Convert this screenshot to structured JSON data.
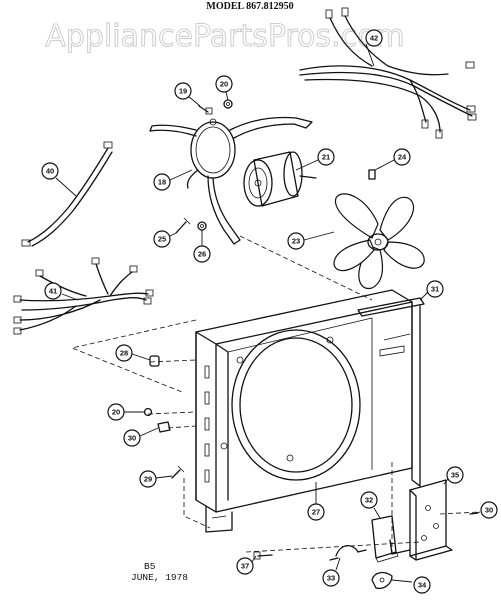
{
  "header": {
    "model": "MODEL 867.812950"
  },
  "watermark": "AppliancePartsPros.com",
  "footer": {
    "code": "B5",
    "date": "JUNE, 1978"
  },
  "callouts": [
    {
      "id": "c19",
      "label": "19"
    },
    {
      "id": "c20a",
      "label": "20"
    },
    {
      "id": "c21",
      "label": "21"
    },
    {
      "id": "c24",
      "label": "24"
    },
    {
      "id": "c18",
      "label": "18"
    },
    {
      "id": "c23",
      "label": "23"
    },
    {
      "id": "c25",
      "label": "25"
    },
    {
      "id": "c26",
      "label": "26"
    },
    {
      "id": "c31",
      "label": "31"
    },
    {
      "id": "c40",
      "label": "40"
    },
    {
      "id": "c41",
      "label": "41"
    },
    {
      "id": "c42",
      "label": "42"
    },
    {
      "id": "c28",
      "label": "28"
    },
    {
      "id": "c20b",
      "label": "20"
    },
    {
      "id": "c30a",
      "label": "30"
    },
    {
      "id": "c29",
      "label": "29"
    },
    {
      "id": "c27",
      "label": "27"
    },
    {
      "id": "c32",
      "label": "32"
    },
    {
      "id": "c35",
      "label": "35"
    },
    {
      "id": "c30b",
      "label": "30"
    },
    {
      "id": "c37",
      "label": "37"
    },
    {
      "id": "c33",
      "label": "33"
    },
    {
      "id": "c34",
      "label": "34"
    }
  ]
}
